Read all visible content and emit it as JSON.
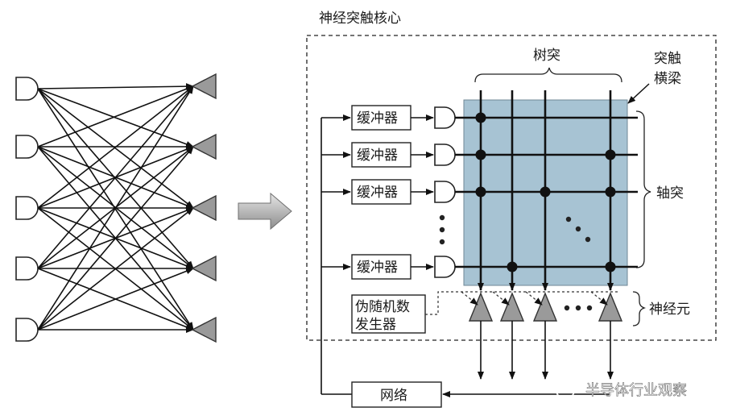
{
  "core": {
    "title": "神经突触核心",
    "dendrites_label": "树突",
    "crossbar_label_1": "突触",
    "crossbar_label_2": "横梁",
    "axons_label": "轴突",
    "neurons_label": "神经元",
    "buffer_label": "缓冲器",
    "prng_label_1": "伪随机数",
    "prng_label_2": "发生器",
    "network_label": "网络"
  },
  "watermark": {
    "text": "半导体行业观察"
  },
  "colors": {
    "crossbar_fill": "#a7c3d3",
    "neuron_fill": "#9a9a9a",
    "line": "#111111"
  }
}
